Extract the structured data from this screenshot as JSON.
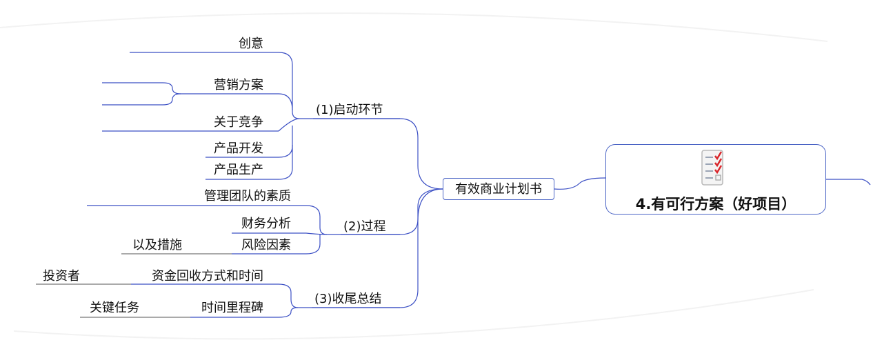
{
  "root": {
    "title": "4.有可行方案（好项目）",
    "icon": "checklist-icon"
  },
  "center": {
    "label": "有效商业计划书"
  },
  "branches": {
    "b1": {
      "label": "(1)启动环节",
      "items": [
        "创意",
        "营销方案",
        "关于竞争",
        "产品开发",
        "产品生产"
      ]
    },
    "b2": {
      "label": "(2)过程",
      "items": [
        "管理团队的素质",
        "财务分析",
        "风险因素"
      ],
      "sub": {
        "risk": "以及措施"
      }
    },
    "b3": {
      "label": "(3)收尾总结",
      "items": [
        "资金回收方式和时间",
        "时间里程碑"
      ],
      "sub": {
        "funds": "投资者",
        "milestone": "关键任务"
      }
    }
  },
  "colors": {
    "line": "#3b4fc4",
    "underline": "#555555",
    "check": "#d9262b"
  }
}
